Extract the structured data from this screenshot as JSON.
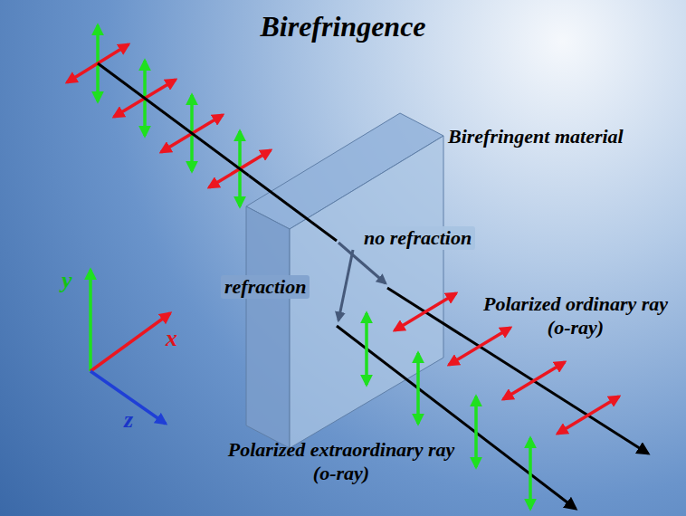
{
  "diagram": {
    "title": "Birefringence",
    "labels": [
      "Birefringent material",
      "no refraction",
      "refraction",
      "Polarized ordinary ray (o-ray)",
      "Polarized extraordinary ray (o-ray)",
      "y",
      "x",
      "z"
    ]
  }
}
